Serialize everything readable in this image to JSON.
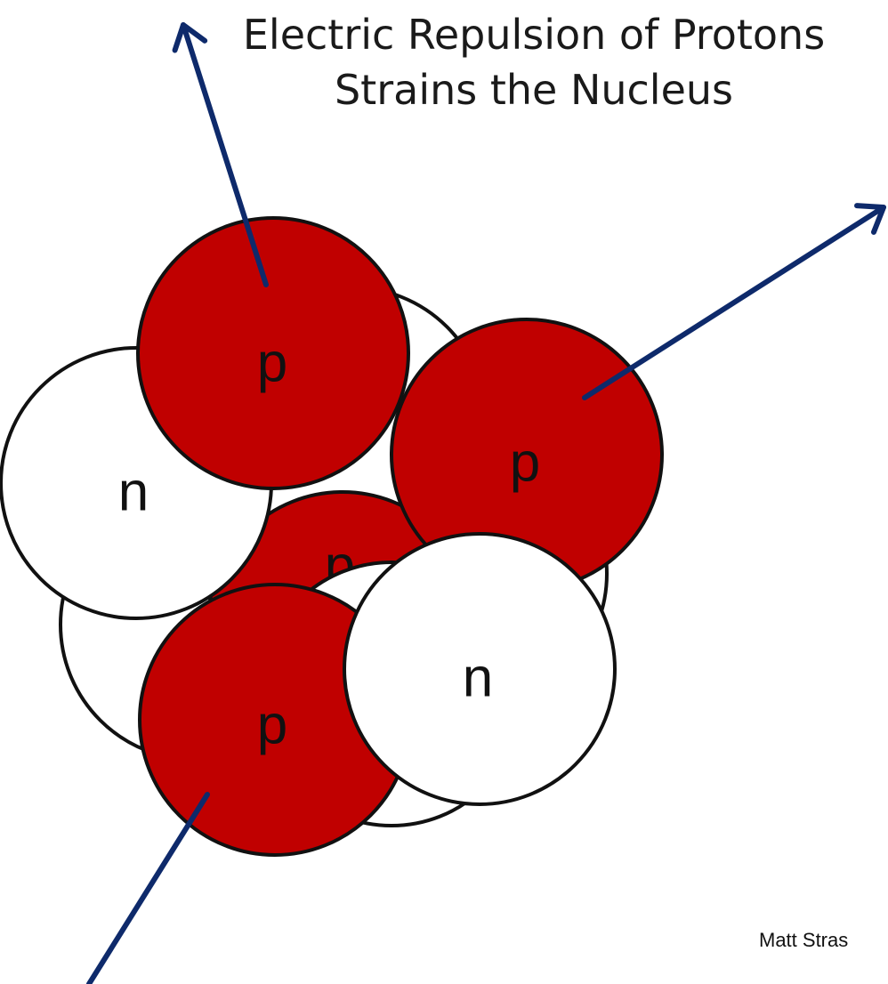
{
  "title": {
    "line1": "Electric Repulsion of Protons",
    "line2": "Strains the Nucleus"
  },
  "credit": "Matt Stras",
  "colors": {
    "proton": "#c00000",
    "neutron": "#ffffff",
    "outline": "#111111",
    "arrow": "#0e2a6b"
  },
  "nucleons": [
    {
      "id": "neutron-back-left",
      "kind": "neutron",
      "label": ""
    },
    {
      "id": "neutron-back-right",
      "kind": "neutron",
      "label": ""
    },
    {
      "id": "neutron-back-top",
      "kind": "neutron",
      "label": ""
    },
    {
      "id": "proton-center-hidden",
      "kind": "proton",
      "label": "p"
    },
    {
      "id": "neutron-back-bottom",
      "kind": "neutron",
      "label": ""
    },
    {
      "id": "neutron-left",
      "kind": "neutron",
      "label": "n"
    },
    {
      "id": "proton-top",
      "kind": "proton",
      "label": "p"
    },
    {
      "id": "proton-right",
      "kind": "proton",
      "label": "p"
    },
    {
      "id": "proton-bottom",
      "kind": "proton",
      "label": "p"
    },
    {
      "id": "neutron-front",
      "kind": "neutron",
      "label": "n"
    }
  ],
  "arrows": [
    {
      "id": "arrow-up",
      "from": "proton-top"
    },
    {
      "id": "arrow-right",
      "from": "proton-right"
    },
    {
      "id": "arrow-down-left",
      "from": "proton-bottom"
    }
  ]
}
